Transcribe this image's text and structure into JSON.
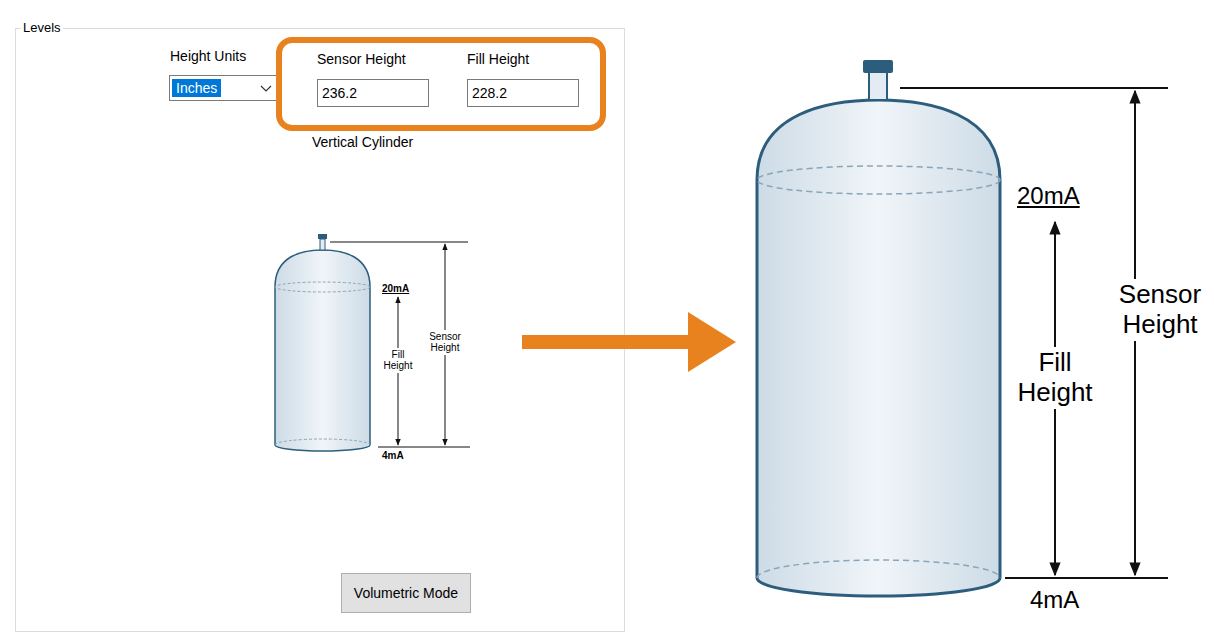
{
  "diagram": {
    "nodes": [
      {
        "text": [
          "Levels"
        ]
      },
      {
        "text": [
          "Inches"
        ],
        "in": 0
      },
      {
        "text": [
          "Sensor Height",
          "Fill Height"
        ],
        "in": 0
      },
      {
        "text": [
          "236.2"
        ],
        "in": 2
      },
      {
        "text": [
          "228.2"
        ],
        "in": 2
      },
      {
        "text": [
          "Volumetric Mode"
        ],
        "in": 0
      }
    ],
    "labels": [
      "Height Units",
      "Vertical Cylinder",
      "20mA",
      "Fill Height",
      "Sensor Height",
      "4mA",
      "20mA",
      "Fill Height",
      "Sensor Height",
      "4mA"
    ]
  }
}
